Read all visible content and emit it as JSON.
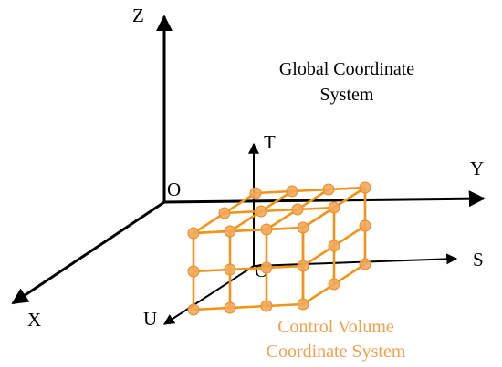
{
  "global_axes": {
    "z_label": "Z",
    "y_label": "Y",
    "x_label": "X",
    "origin_label": "O"
  },
  "global_title": {
    "line1": "Global Coordinate",
    "line2": "System"
  },
  "local_axes": {
    "t_label": "T",
    "s_label": "S",
    "u_label": "U",
    "origin_label": "O'"
  },
  "control_volume_title": {
    "line1": "Control Volume",
    "line2": "Coordinate System"
  },
  "colors": {
    "axis": "#000000",
    "grid_line": "#f0951a",
    "node": "#f2a85a",
    "node_stroke": "#e88a28",
    "cv_text": "#f0a050"
  },
  "grid": {
    "s_nodes": 4,
    "t_nodes": 3,
    "u_nodes": 3
  }
}
